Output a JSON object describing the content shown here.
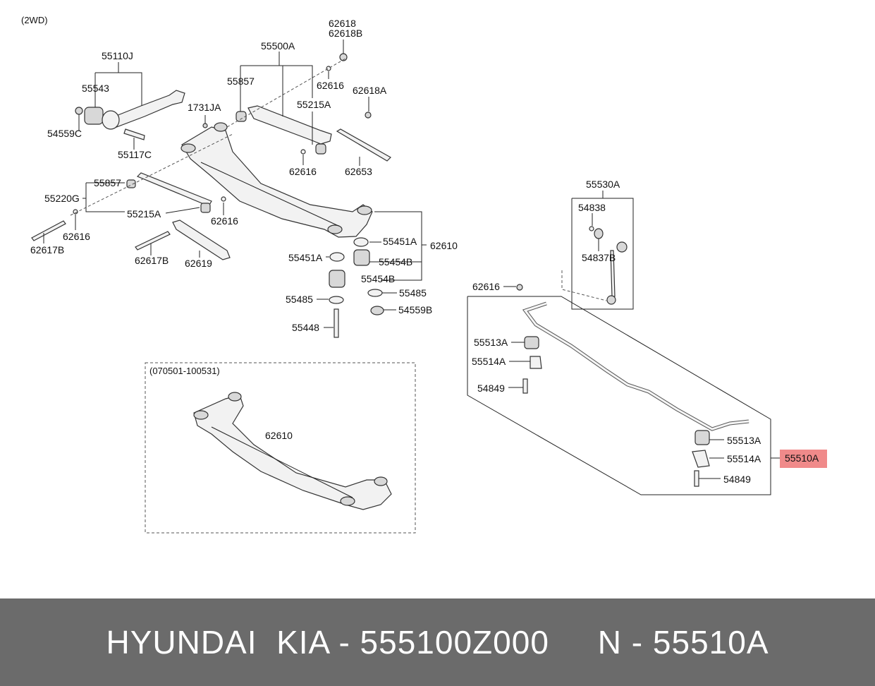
{
  "diagram": {
    "variant_label": "(2WD)",
    "period_label": "(070501-100531)",
    "highlight_color": "#f08a8a",
    "callouts": {
      "c55110J": "55110J",
      "c55543": "55543",
      "c54559C": "54559C",
      "c55117C": "55117C",
      "c1731JA": "1731JA",
      "c55500A": "55500A",
      "c55857a": "55857",
      "c55215Aa": "55215A",
      "c62618": "62618",
      "c62618B": "62618B",
      "c62616a": "62616",
      "c62618A": "62618A",
      "c62616b": "62616",
      "c62653": "62653",
      "c55857b": "55857",
      "c55220G": "55220G",
      "c55215Ab": "55215A",
      "c62616c": "62616",
      "c62616d": "62616",
      "c62617Ba": "62617B",
      "c62617Bb": "62617B",
      "c62619": "62619",
      "c55451Aa": "55451A",
      "c62610a": "62610",
      "c55451Ab": "55451A",
      "c55454B1": "55454B",
      "c55454B2": "55454B",
      "c55485a": "55485",
      "c55485b": "55485",
      "c54559B": "54559B",
      "c55448": "55448",
      "c62610b": "62610",
      "c55530A": "55530A",
      "c54838": "54838",
      "c54837B": "54837B",
      "c62616e": "62616",
      "c55513Aa": "55513A",
      "c55514Aa": "55514A",
      "c54849a": "54849",
      "c55513Ab": "55513A",
      "c55514Ab": "55514A",
      "c54849b": "54849",
      "c55510A": "55510A"
    }
  },
  "footer": {
    "text": "HYUNDAI  KIA - 555100Z000     N - 55510A"
  }
}
